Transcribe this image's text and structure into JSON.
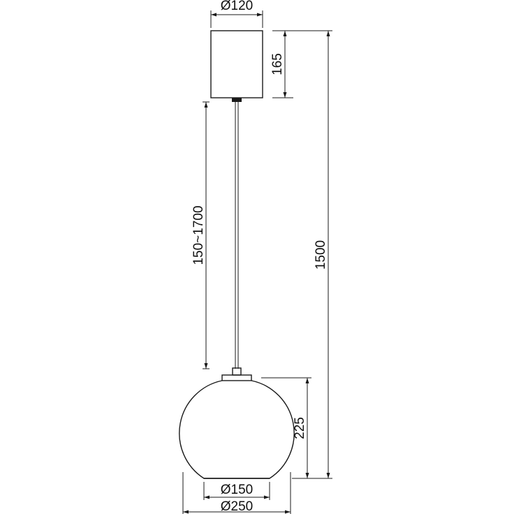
{
  "drawing": {
    "canopy_diameter": "Ø120",
    "canopy_height": "165",
    "cable_length": "150~1700",
    "total_height": "1500",
    "shade_height": "225",
    "opening_diameter": "Ø150",
    "shade_diameter": "Ø250"
  }
}
